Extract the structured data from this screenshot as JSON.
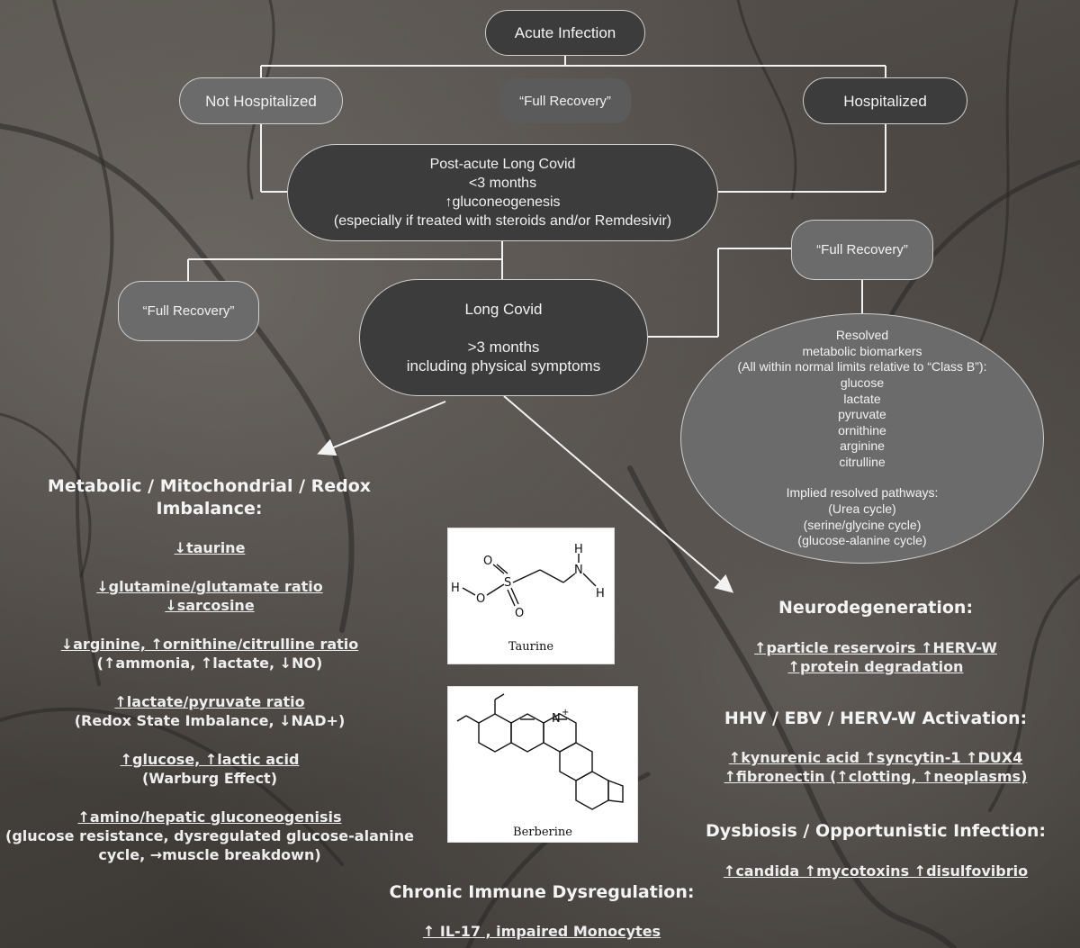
{
  "flow": {
    "acute_infection": "Acute Infection",
    "not_hospitalized": "Not Hospitalized",
    "full_recovery_top": "“Full Recovery”",
    "hospitalized": "Hospitalized",
    "post_acute": [
      "Post-acute Long Covid",
      "<3 months",
      "↑gluconeogenesis",
      "(especially if treated with steroids and/or Remdesivir)"
    ],
    "full_recovery_left": "“Full Recovery”",
    "full_recovery_right": "“Full Recovery”",
    "long_covid": [
      "Long Covid",
      "",
      ">3 months",
      "including physical symptoms"
    ],
    "resolved": [
      "Resolved",
      "metabolic biomarkers",
      "(All within normal limits relative to “Class B”):",
      "glucose",
      "lactate",
      "pyruvate",
      "ornithine",
      "arginine",
      "citrulline",
      "",
      "Implied resolved pathways:",
      "(Urea cycle)",
      "(serine/glycine cycle)",
      "(glucose-alanine cycle)"
    ]
  },
  "metabolic": {
    "title": [
      "Metabolic / Mitochondrial / Redox",
      "Imbalance:"
    ],
    "items": [
      {
        "u": [
          "↓taurine"
        ],
        "p": []
      },
      {
        "u": [
          "↓glutamine/glutamate ratio",
          "↓sarcosine"
        ],
        "p": []
      },
      {
        "u": [
          "↓arginine, ↑ornithine/citrulline ratio"
        ],
        "p": [
          "(↑ammonia, ↑lactate, ↓NO)"
        ]
      },
      {
        "u": [
          "↑lactate/pyruvate ratio"
        ],
        "p": [
          "(Redox State Imbalance, ↓NAD+)"
        ]
      },
      {
        "u": [
          "↑glucose, ↑lactic acid"
        ],
        "p": [
          "(Warburg Effect)"
        ]
      },
      {
        "u": [
          "↑amino/hepatic gluconeogenisis"
        ],
        "p": [
          "(glucose resistance, dysregulated glucose-alanine",
          "cycle, →muscle breakdown)"
        ]
      }
    ]
  },
  "images": {
    "taurine_caption": "Taurine",
    "berberine_caption": "Berberine",
    "taurine_atoms": {
      "h1": "H",
      "h2": "H",
      "h3": "H",
      "n": "N",
      "o1": "O",
      "o2": "O",
      "o3": "O",
      "s": "S"
    },
    "berberine_atoms": {
      "n": "N",
      "plus": "+"
    }
  },
  "neuro": {
    "title": "Neurodegeneration:",
    "lines": [
      "↑particle reservoirs ↑HERV-W",
      "↑protein degradation"
    ]
  },
  "hhv": {
    "title": "HHV / EBV / HERV-W Activation:",
    "lines": [
      "↑kynurenic acid ↑syncytin-1 ↑DUX4",
      "↑fibronectin (↑clotting, ↑neoplasms)"
    ]
  },
  "dysbiosis": {
    "title": "Dysbiosis / Opportunistic Infection:",
    "lines": [
      "↑candida ↑mycotoxins ↑disulfovibrio"
    ]
  },
  "immune": {
    "title": "Chronic Immune Dysregulation:",
    "lines": [
      "↑ IL-17 , impaired Monocytes"
    ]
  }
}
